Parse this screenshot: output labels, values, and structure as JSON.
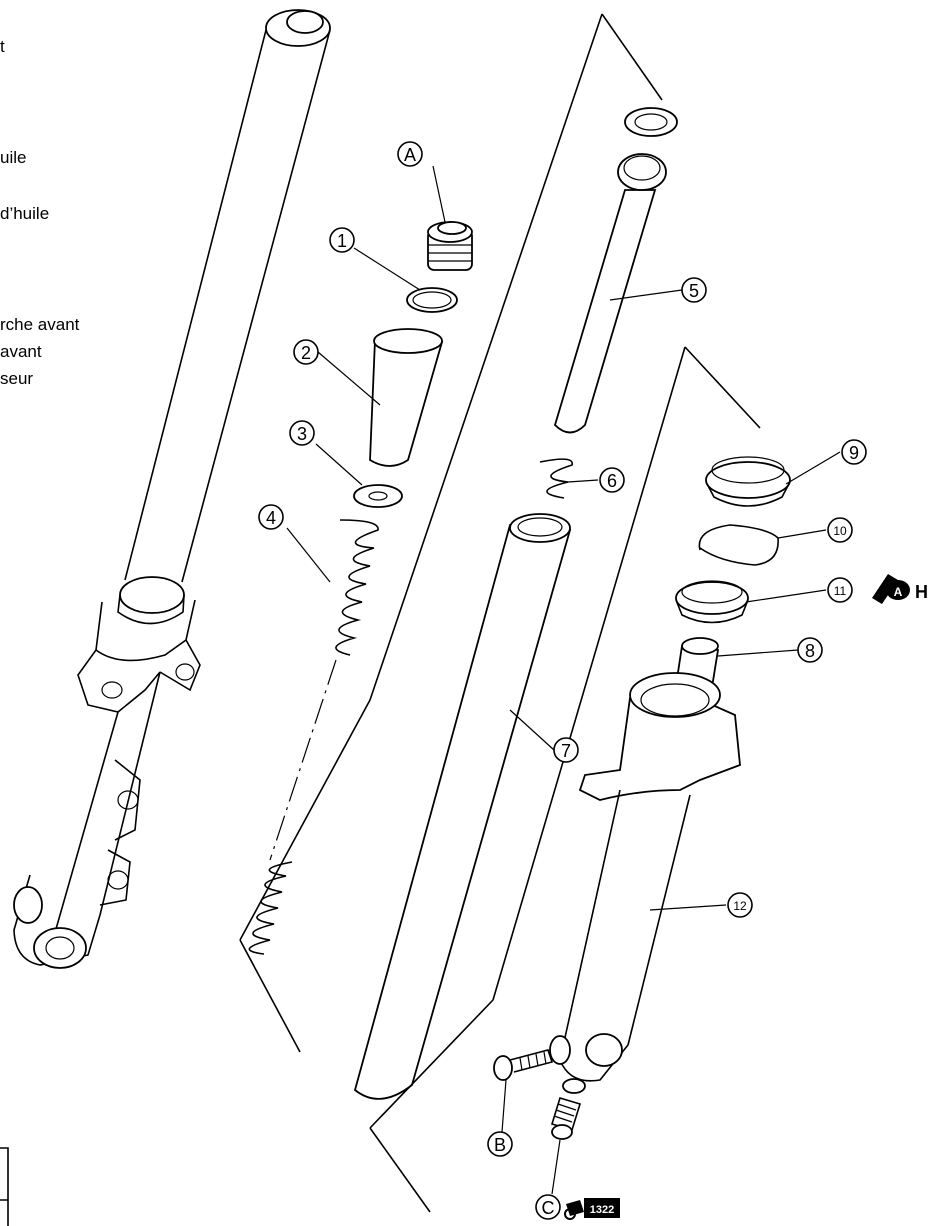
{
  "side_text": [
    "t",
    "uile",
    "d’huile",
    "rche avant",
    " avant",
    "seur"
  ],
  "callouts": {
    "c1": "1",
    "c2": "2",
    "c3": "3",
    "c4": "4",
    "c5": "5",
    "c6": "6",
    "c7": "7",
    "c8": "8",
    "c9": "9",
    "c10": "10",
    "c11": "11",
    "c12": "12",
    "cA": "A",
    "cB": "B",
    "cC": "C"
  },
  "symbols": {
    "grease_letter": "A",
    "grease_suffix": "H",
    "threadlock_code": "1322"
  }
}
